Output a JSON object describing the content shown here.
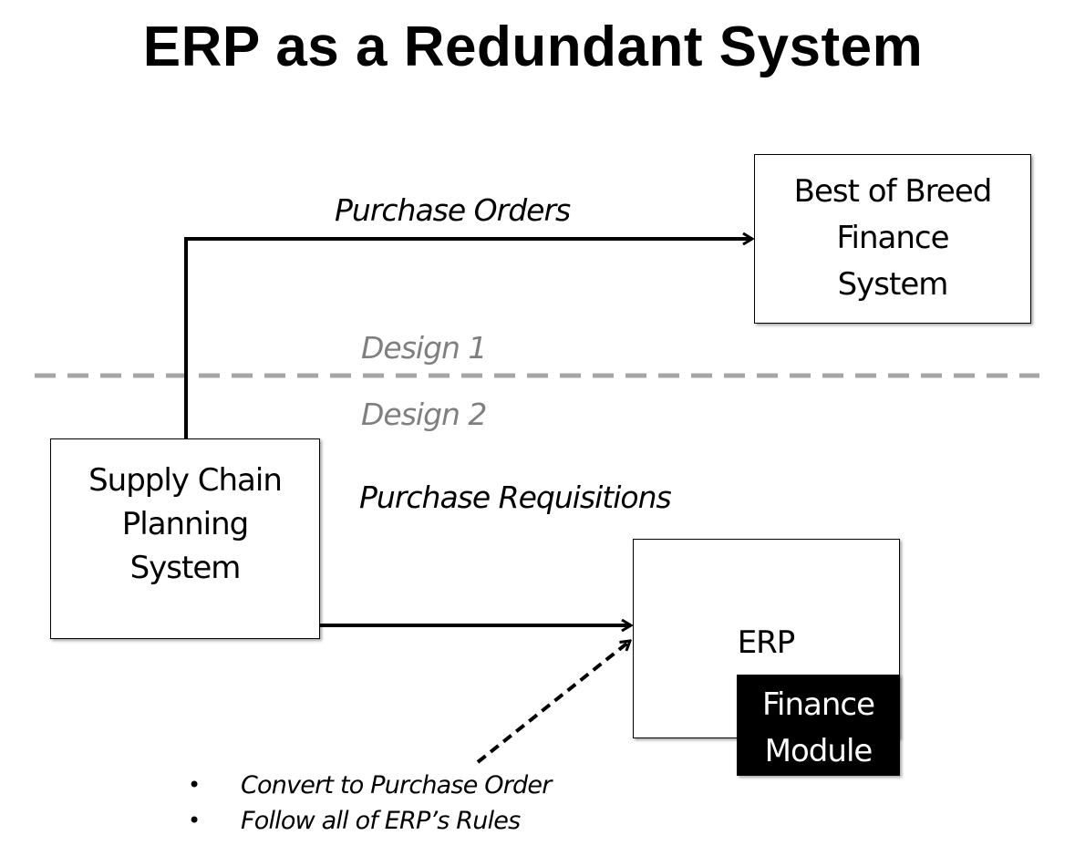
{
  "title": "ERP as a Redundant System",
  "nodes": {
    "best_of_breed": [
      "Best of Breed",
      "Finance",
      "System"
    ],
    "supply_chain": [
      "Supply Chain",
      "Planning",
      "System"
    ],
    "erp": "ERP",
    "finance_module": [
      "Finance",
      "Module"
    ]
  },
  "edges": {
    "purchase_orders": "Purchase Orders",
    "purchase_requisitions": "Purchase Requisitions"
  },
  "divider": {
    "above": "Design 1",
    "below": "Design 2"
  },
  "notes": [
    "Convert to Purchase Order",
    "Follow all of ERP’s Rules"
  ],
  "colors": {
    "divider": "#a6a6a6",
    "design_label": "#7f7f7f",
    "module_fill": "#000000"
  }
}
